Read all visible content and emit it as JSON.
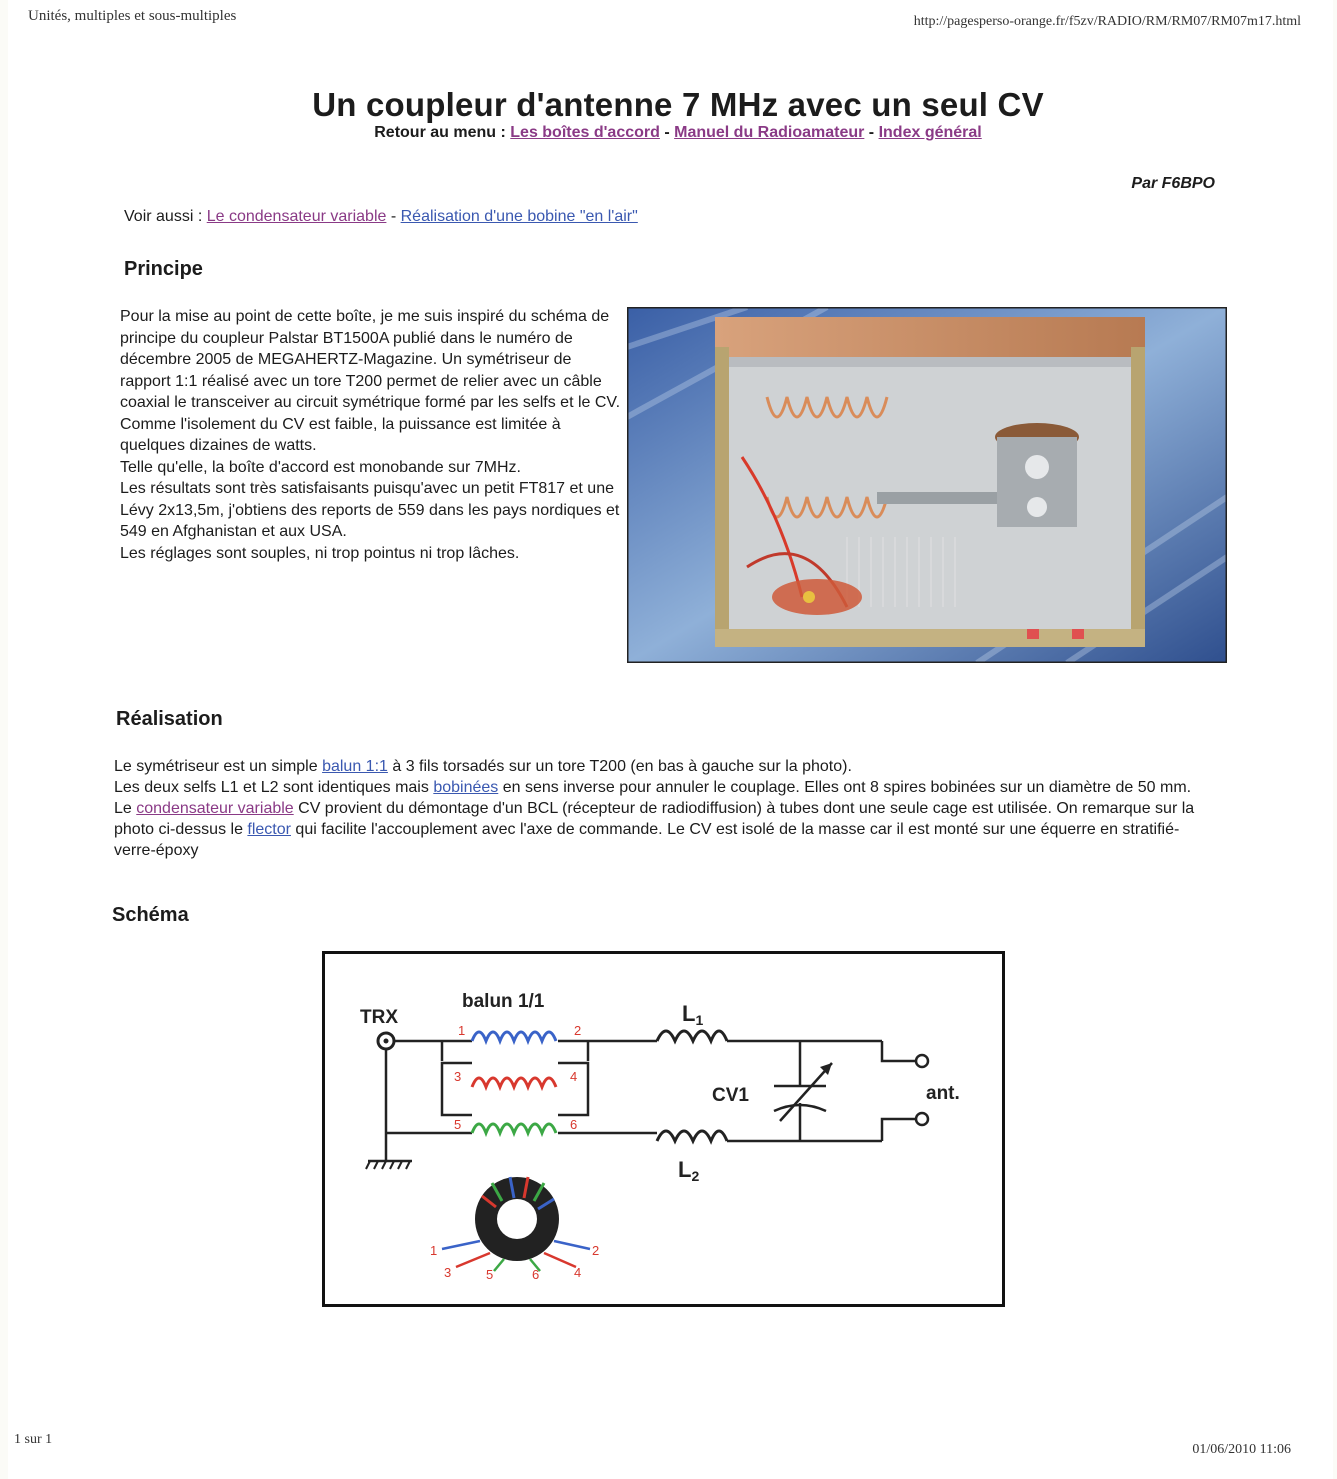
{
  "print_header": {
    "title": "Unités, multiples et sous-multiples",
    "url": "http://pagesperso-orange.fr/f5zv/RADIO/RM/RM07/RM07m17.html"
  },
  "page": {
    "title": "Un coupleur d'antenne 7 MHz avec un seul CV",
    "menu_prefix": "Retour au menu :",
    "menu_links": [
      "Les boîtes d'accord",
      "Manuel du Radioamateur",
      "Index général"
    ],
    "separator": " - ",
    "author": "Par F6BPO",
    "see_also_prefix": "Voir aussi :",
    "see_also_links": [
      "Le condensateur variable",
      "Réalisation d'une bobine \"en l'air\""
    ]
  },
  "principe": {
    "heading": "Principe",
    "p1": "Pour la mise au point de cette boîte, je me suis inspiré du schéma de principe du coupleur Palstar BT1500A publié dans le numéro de décembre 2005 de MEGAHERTZ-Magazine. Un symétriseur de rapport 1:1 réalisé avec un tore T200 permet de relier avec un câble coaxial le transceiver au circuit symétrique formé par les selfs et le CV.",
    "p2": "Comme l'isolement du CV est faible, la puissance est limitée à quelques dizaines de watts.",
    "p3": "Telle qu'elle, la boîte d'accord est monobande sur 7MHz.",
    "p4": "Les résultats sont très satisfaisants puisqu'avec un petit FT817 et une Lévy 2x13,5m, j'obtiens des reports de 559 dans les pays nordiques et 549 en Afghanistan et aux USA.",
    "p5": "Les réglages sont souples, ni trop pointus ni trop lâches."
  },
  "realisation": {
    "heading": "Réalisation",
    "l1a": "Le symétriseur est un simple ",
    "l1_link": "balun 1:1",
    "l1b": " à 3 fils torsadés sur un tore T200 (en bas à gauche sur la photo).",
    "l2a": "Les deux selfs L1 et L2 sont identiques mais ",
    "l2_link": "bobinées",
    "l2b": " en sens inverse pour annuler le couplage. Elles ont 8 spires bobinées sur un diamètre de 50 mm.",
    "l3a": "Le ",
    "l3_link": "condensateur variable",
    "l3b": " CV provient du démontage d'un BCL (récepteur de radiodiffusion) à tubes dont une seule cage est utilisée. On remarque sur la photo ci-dessus le ",
    "l3_link2": "flector",
    "l3c": " qui facilite l'accouplement avec l'axe de commande. Le CV est isolé de la masse car il est monté sur une équerre en stratifié-verre-époxy"
  },
  "schema": {
    "heading": "Schéma",
    "labels": {
      "balun": "balun 1/1",
      "trx": "TRX",
      "l1": "L",
      "l1_sub": "1",
      "l2": "L",
      "l2_sub": "2",
      "cv1": "CV1",
      "ant": "ant."
    },
    "pins": [
      "1",
      "2",
      "3",
      "4",
      "5",
      "6"
    ],
    "colors": {
      "blue": "#3a63c8",
      "red": "#d8382e",
      "green": "#3ca845"
    }
  },
  "print_footer": {
    "page_count": "1 sur 1",
    "date": "01/06/2010 11:06"
  }
}
